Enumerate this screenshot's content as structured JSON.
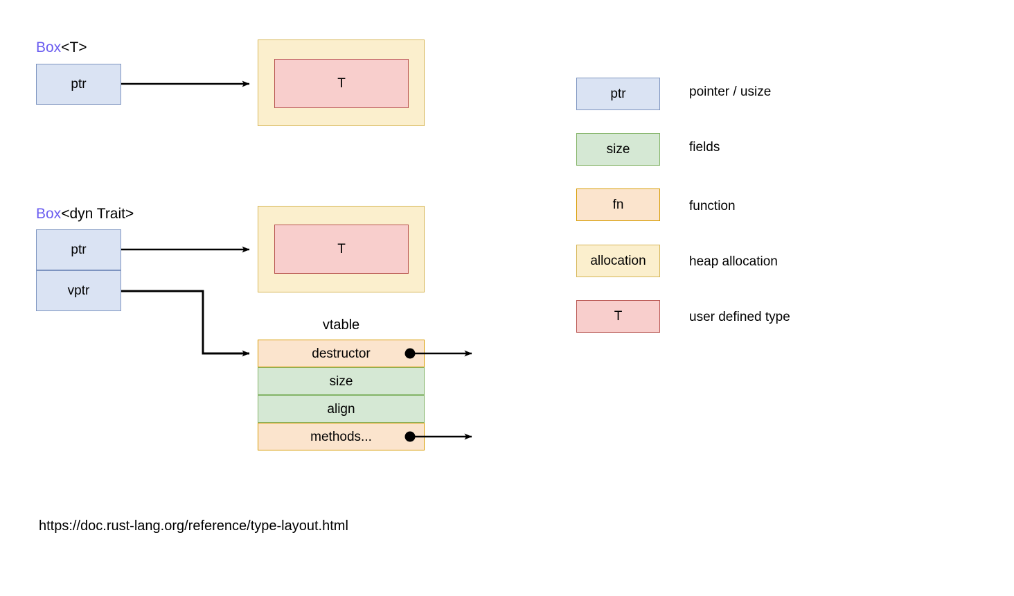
{
  "diagram": {
    "title_source_url": "https://doc.rust-lang.org/reference/type-layout.html",
    "sections": [
      {
        "id": "box-t",
        "label_keyword": "Box",
        "label_rest": "<T>",
        "struct_fields": [
          "ptr"
        ],
        "allocation_label": "",
        "payload_label": "T"
      },
      {
        "id": "box-dyn-trait",
        "label_keyword": "Box",
        "label_rest": "<dyn Trait>",
        "struct_fields": [
          "ptr",
          "vptr"
        ],
        "allocation_label": "",
        "payload_label": "T"
      }
    ],
    "vtable": {
      "caption": "vtable",
      "rows": [
        {
          "label": "destructor",
          "kind": "fn",
          "has_fn_pointer": true
        },
        {
          "label": "size",
          "kind": "field",
          "has_fn_pointer": false
        },
        {
          "label": "align",
          "kind": "field",
          "has_fn_pointer": false
        },
        {
          "label": "methods...",
          "kind": "fn",
          "has_fn_pointer": true
        }
      ]
    },
    "legend": {
      "items": [
        {
          "swatch_label": "ptr",
          "description": "pointer / usize",
          "kind": "ptr"
        },
        {
          "swatch_label": "size",
          "description": "fields",
          "kind": "field"
        },
        {
          "swatch_label": "fn",
          "description": "function",
          "kind": "fn"
        },
        {
          "swatch_label": "allocation",
          "description": "heap allocation",
          "kind": "allocation"
        },
        {
          "swatch_label": "T",
          "description": "user defined type",
          "kind": "type"
        }
      ]
    },
    "colors": {
      "ptr_fill": "#dae3f3",
      "ptr_stroke": "#7d94c0",
      "field_fill": "#d5e8d4",
      "field_stroke": "#82b366",
      "fn_fill": "#fbe4cd",
      "fn_stroke": "#d79b00",
      "allocation_fill": "#fbefcd",
      "allocation_stroke": "#d6b656",
      "type_fill": "#f8cecc",
      "type_stroke": "#b85450",
      "keyword_text": "#6a5cf0",
      "wire": "#000000",
      "background": "#ffffff"
    }
  }
}
